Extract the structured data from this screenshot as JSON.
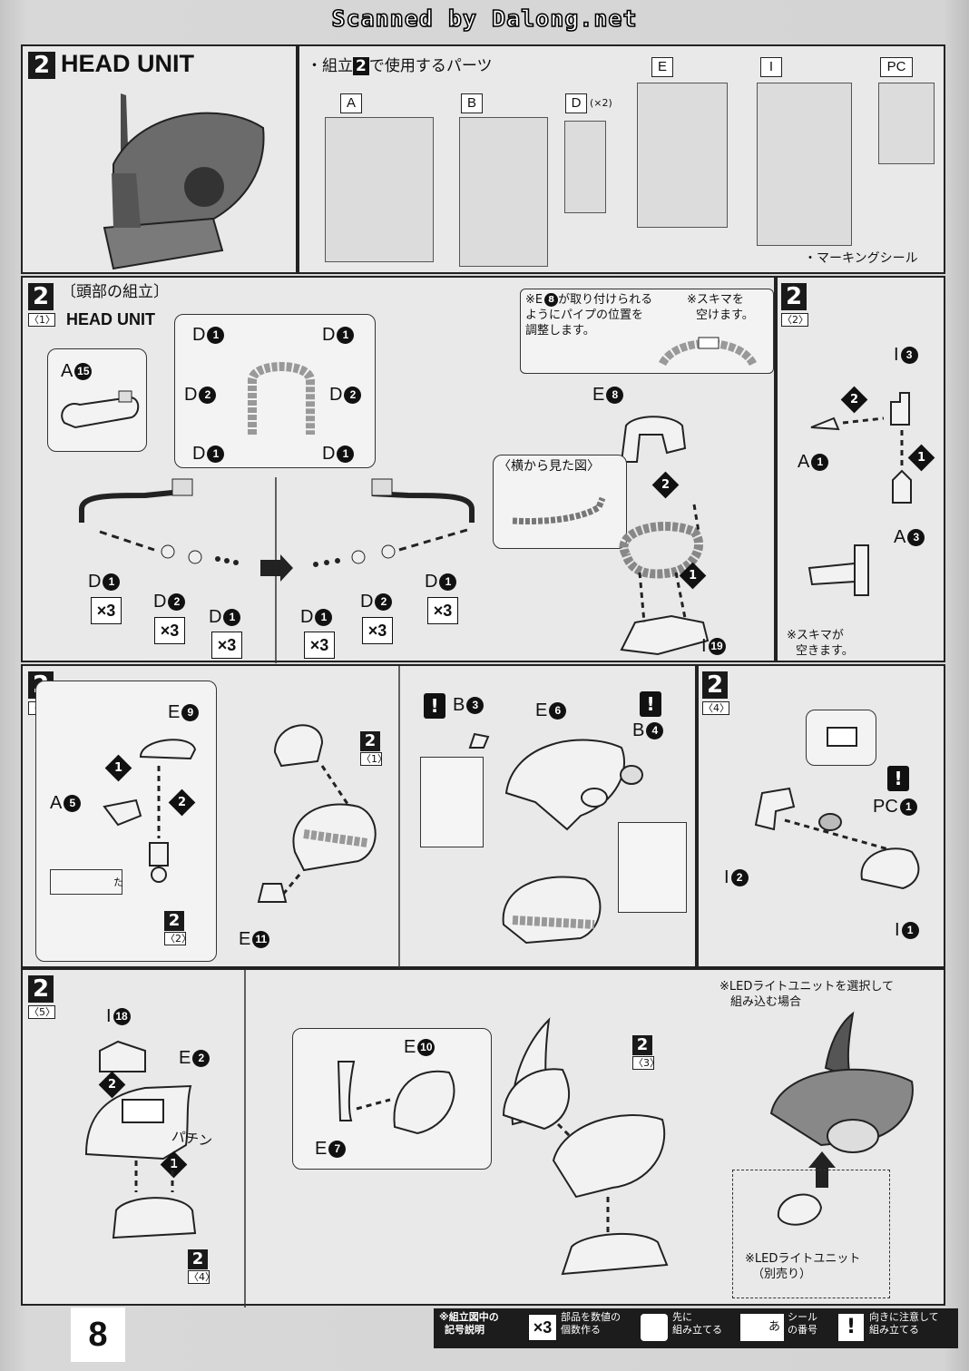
{
  "header": {
    "scan_credit": "Scanned by Dalong.net"
  },
  "section2": {
    "step_number": "2",
    "title": "HEAD UNIT",
    "parts_heading": "・組立",
    "parts_heading_num": "2",
    "parts_heading_tail": "で使用するパーツ",
    "runners": [
      {
        "letter": "A",
        "qty": ""
      },
      {
        "letter": "B",
        "qty": ""
      },
      {
        "letter": "D",
        "qty": "(×2)"
      },
      {
        "letter": "E",
        "qty": ""
      },
      {
        "letter": "I",
        "qty": ""
      },
      {
        "letter": "PC",
        "qty": ""
      }
    ],
    "marking_seal": "・マーキングシール"
  },
  "step2_1": {
    "step": "2",
    "sub": "〈1〉",
    "title_jp": "〔頭部の組立〕",
    "title_en": "HEAD UNIT",
    "callout_part": "A",
    "callout_num": "15",
    "pipe_labels": [
      "D",
      "D",
      "D",
      "D",
      "D",
      "D"
    ],
    "pipe_nums": [
      "1",
      "1",
      "2",
      "2",
      "1",
      "1"
    ],
    "beads_left": [
      {
        "p": "D",
        "n": "1",
        "x": "×3"
      },
      {
        "p": "D",
        "n": "2",
        "x": "×3"
      },
      {
        "p": "D",
        "n": "1",
        "x": "×3"
      }
    ],
    "beads_right": [
      {
        "p": "D",
        "n": "1",
        "x": "×3"
      },
      {
        "p": "D",
        "n": "2",
        "x": "×3"
      },
      {
        "p": "D",
        "n": "1",
        "x": "×3"
      }
    ],
    "note1": "※E",
    "note1_num": "8",
    "note1_rest": "が取り付けられる",
    "note1_line2": "ようにパイプの位置を",
    "note1_line3": "調整します。",
    "note2": "※スキマを",
    "note2_line2": "空けます。",
    "side_view": "〈横から見た図〉",
    "part_e": "E",
    "part_e_num": "8",
    "part_i": "I",
    "part_i_num": "19",
    "seq1": "1",
    "seq2": "2"
  },
  "step2_2": {
    "step": "2",
    "sub": "〈2〉",
    "i3": "I",
    "i3n": "3",
    "a1": "A",
    "a1n": "1",
    "a3": "A",
    "a3n": "3",
    "note": "※スキマが",
    "note2": "空きます。",
    "seq1": "1",
    "seq2": "2"
  },
  "step2_3": {
    "step": "2",
    "sub": "〈3〉",
    "e9": "E",
    "e9n": "9",
    "a5": "A",
    "a5n": "5",
    "e11": "E",
    "e11n": "11",
    "ref_step": "2",
    "ref_sub_1": "〈1〉",
    "ref_sub_2": "〈2〉",
    "b3": "B",
    "b3n": "3",
    "e6": "E",
    "e6n": "6",
    "b4": "B",
    "b4n": "4",
    "seal_mark": "た",
    "warn": "!",
    "seq1": "1",
    "seq2": "2"
  },
  "step2_4": {
    "step": "2",
    "sub": "〈4〉",
    "pc1": "PC",
    "pc1n": "1",
    "i2": "I",
    "i2n": "2",
    "i1": "I",
    "i1n": "1",
    "warn": "!"
  },
  "step2_5": {
    "step": "2",
    "sub": "〈5〉",
    "i18": "I",
    "i18n": "18",
    "e2": "E",
    "e2n": "2",
    "snap": "パチン",
    "ref_step": "2",
    "ref_sub_4": "〈4〉",
    "ref_sub_3": "〈3〉",
    "e10": "E",
    "e10n": "10",
    "e7": "E",
    "e7n": "7",
    "led_note1": "※LEDライトユニットを選択して",
    "led_note2": "組み込む場合",
    "led_unit1": "※LEDライトユニット",
    "led_unit2": "（別売り）",
    "seq1": "1",
    "seq2": "2"
  },
  "footer": {
    "page_number": "8",
    "legend_title1": "※組立図中の",
    "legend_title2": "記号説明",
    "x3": "×3",
    "x3_desc1": "部品を数値の",
    "x3_desc2": "個数作る",
    "first_desc1": "先に",
    "first_desc2": "組み立てる",
    "seal_glyph": "あ",
    "seal_desc1": "シール",
    "seal_desc2": "の番号",
    "warn_desc1": "向きに注意して",
    "warn_desc2": "組み立てる",
    "warn": "!"
  }
}
